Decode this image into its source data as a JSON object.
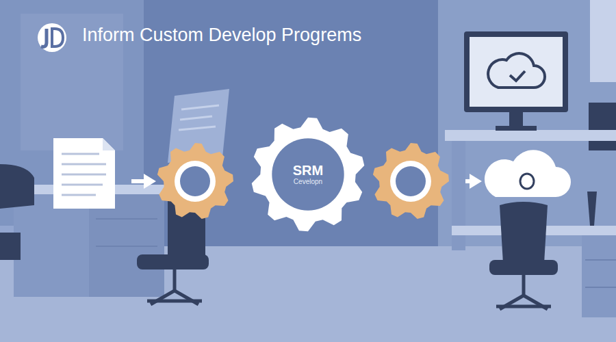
{
  "diagram": {
    "title": "Inform Custom Develop Progrems",
    "nodes": [
      {
        "text": [
          "SRM",
          "Cevelopn"
        ]
      }
    ]
  }
}
